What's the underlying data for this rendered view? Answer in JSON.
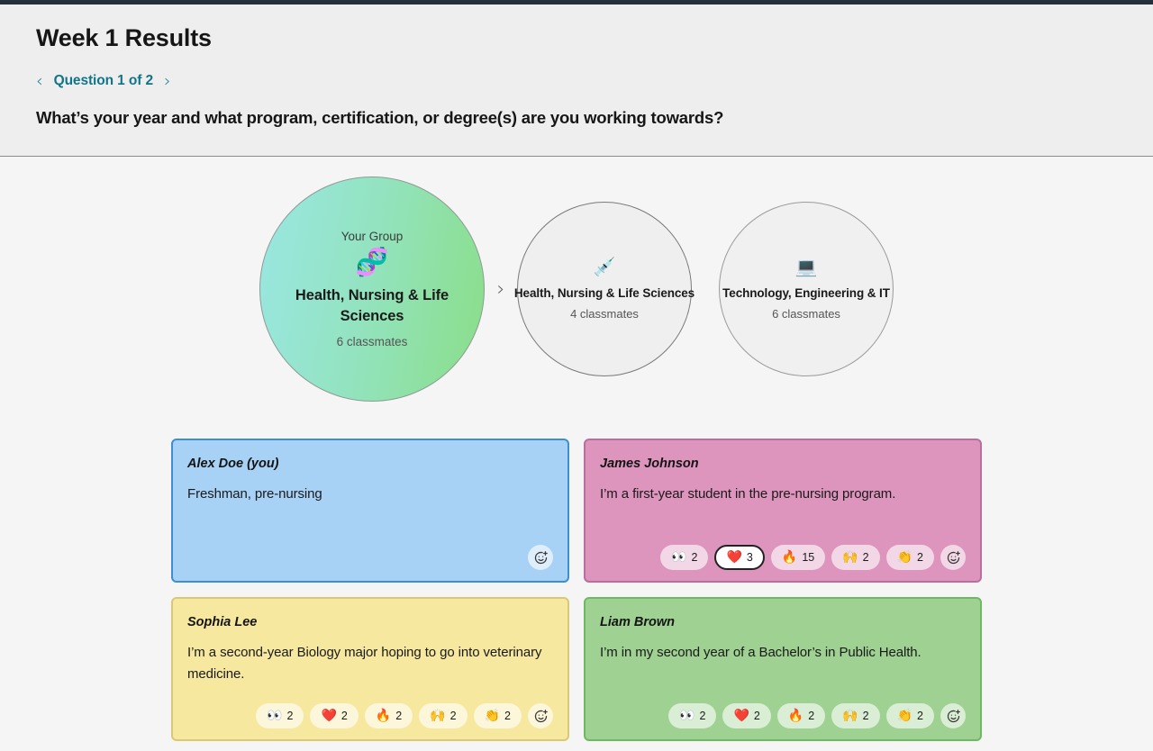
{
  "header": {
    "title": "Week 1 Results",
    "nav": {
      "prev_icon": "chevron-left-icon",
      "prev_label": "‹",
      "label": "Question 1 of 2",
      "next_icon": "chevron-right-icon",
      "next_label": "›",
      "accent_color": "#11758a"
    },
    "question": "What’s your year and what program, certification, or degree(s) are you working towards?"
  },
  "groups": {
    "separator_icon": "chevron-right-icon",
    "separator_glyph": "›",
    "items": [
      {
        "eyebrow": "Your Group",
        "emoji": "🧬",
        "emoji_name": "dna-emoji",
        "name": "Health, Nursing & Life Sciences",
        "count": "6 classmates",
        "highlighted": true,
        "gradient_from": "#9ae7e2",
        "gradient_to": "#8ade87"
      },
      {
        "eyebrow": "",
        "emoji": "💉",
        "emoji_name": "syringe-emoji",
        "name": "Health, Nursing & Life Sciences",
        "count": "4 classmates",
        "highlighted": false
      },
      {
        "eyebrow": "",
        "emoji": "💻",
        "emoji_name": "laptop-emoji",
        "name": "Technology, Engineering & IT",
        "count": "6 classmates",
        "highlighted": false
      }
    ]
  },
  "cards": [
    {
      "name": "Alex Doe (you)",
      "answer": "Freshman, pre-nursing",
      "color": "blue",
      "reactions": [],
      "add_reaction_icon": "add-reaction-icon"
    },
    {
      "name": "James Johnson",
      "answer": "I’m a first-year student in the pre-nursing program.",
      "color": "pink",
      "reactions": [
        {
          "emoji": "👀",
          "icon_name": "eyes-emoji",
          "count": "2",
          "selected": false
        },
        {
          "emoji": "❤️",
          "icon_name": "heart-emoji",
          "count": "3",
          "selected": true
        },
        {
          "emoji": "🔥",
          "icon_name": "fire-emoji",
          "count": "15",
          "selected": false
        },
        {
          "emoji": "🙌",
          "icon_name": "raised-hands-emoji",
          "count": "2",
          "selected": false
        },
        {
          "emoji": "👏",
          "icon_name": "clap-emoji",
          "count": "2",
          "selected": false
        }
      ],
      "add_reaction_icon": "add-reaction-icon"
    },
    {
      "name": "Sophia Lee",
      "answer": "I’m a second-year Biology major hoping to go into veterinary medicine.",
      "color": "yellow",
      "reactions": [
        {
          "emoji": "👀",
          "icon_name": "eyes-emoji",
          "count": "2",
          "selected": false
        },
        {
          "emoji": "❤️",
          "icon_name": "heart-emoji",
          "count": "2",
          "selected": false
        },
        {
          "emoji": "🔥",
          "icon_name": "fire-emoji",
          "count": "2",
          "selected": false
        },
        {
          "emoji": "🙌",
          "icon_name": "raised-hands-emoji",
          "count": "2",
          "selected": false
        },
        {
          "emoji": "👏",
          "icon_name": "clap-emoji",
          "count": "2",
          "selected": false
        }
      ],
      "add_reaction_icon": "add-reaction-icon"
    },
    {
      "name": "Liam Brown",
      "answer": "I’m in my second year of a Bachelor’s in Public Health.",
      "color": "green",
      "reactions": [
        {
          "emoji": "👀",
          "icon_name": "eyes-emoji",
          "count": "2",
          "selected": false
        },
        {
          "emoji": "❤️",
          "icon_name": "heart-emoji",
          "count": "2",
          "selected": false
        },
        {
          "emoji": "🔥",
          "icon_name": "fire-emoji",
          "count": "2",
          "selected": false
        },
        {
          "emoji": "🙌",
          "icon_name": "raised-hands-emoji",
          "count": "2",
          "selected": false
        },
        {
          "emoji": "👏",
          "icon_name": "clap-emoji",
          "count": "2",
          "selected": false
        }
      ],
      "add_reaction_icon": "add-reaction-icon"
    }
  ]
}
